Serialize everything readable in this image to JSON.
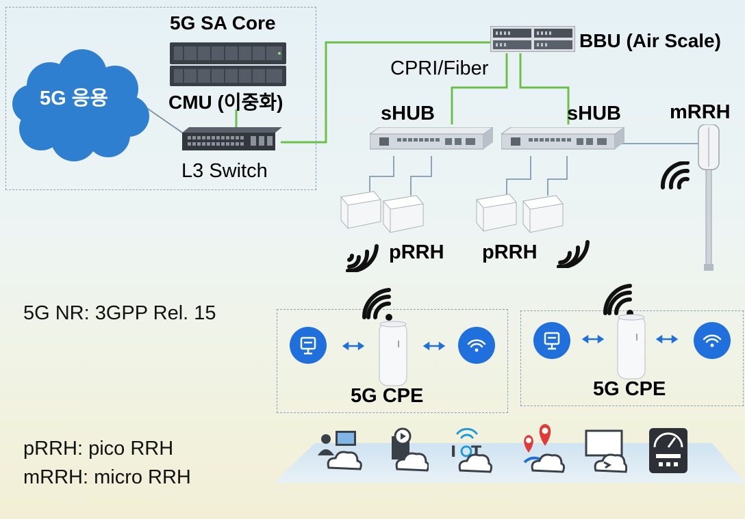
{
  "labels": {
    "core": "5G SA Core",
    "cmu": "CMU (이중화)",
    "switch": "L3 Switch",
    "cloud": "5G 응용",
    "bbu": "BBU (Air Scale)",
    "cpri": "CPRI/Fiber",
    "shub_left": "sHUB",
    "shub_right": "sHUB",
    "mrrh": "mRRH",
    "prrh_left": "pRRH",
    "prrh_right": "pRRH",
    "cpe_left": "5G CPE",
    "cpe_right": "5G CPE"
  },
  "notes": {
    "nr": "5G NR: 3GPP Rel. 15",
    "prrh": "pRRH: pico RRH",
    "mrrh": "mRRH: micro RRH"
  },
  "colors": {
    "green_link": "#6cc04a",
    "gray_link": "#8ea3b8",
    "cloud": "#2f7fd0",
    "cpe_icon": "#1f6fdc"
  },
  "icons": [
    "monitor-person-cloud-icon",
    "media-cloud-icon",
    "iot-cloud-icon",
    "location-cloud-icon",
    "screen-cloud-icon",
    "gauge-device-icon"
  ]
}
